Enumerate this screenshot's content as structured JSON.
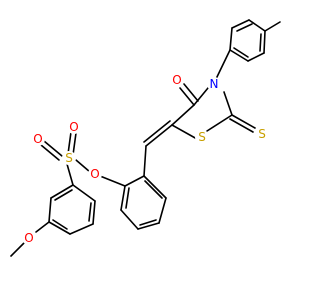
{
  "molecule": {
    "atoms": [
      {
        "id": "O_methoxy",
        "label": "O",
        "color": "#ff0000"
      },
      {
        "id": "O_ester",
        "label": "O",
        "color": "#ff0000"
      },
      {
        "id": "S_sulfonyl",
        "label": "S",
        "color": "#c8a000"
      },
      {
        "id": "O_sulfonyl_1",
        "label": "O",
        "color": "#ff0000"
      },
      {
        "id": "O_sulfonyl_2",
        "label": "O",
        "color": "#ff0000"
      },
      {
        "id": "O_carbonyl",
        "label": "O",
        "color": "#ff0000"
      },
      {
        "id": "N_ring",
        "label": "N",
        "color": "#0000ff"
      },
      {
        "id": "S_ring",
        "label": "S",
        "color": "#c8a000"
      },
      {
        "id": "S_thione",
        "label": "S",
        "color": "#c8a000"
      }
    ]
  }
}
